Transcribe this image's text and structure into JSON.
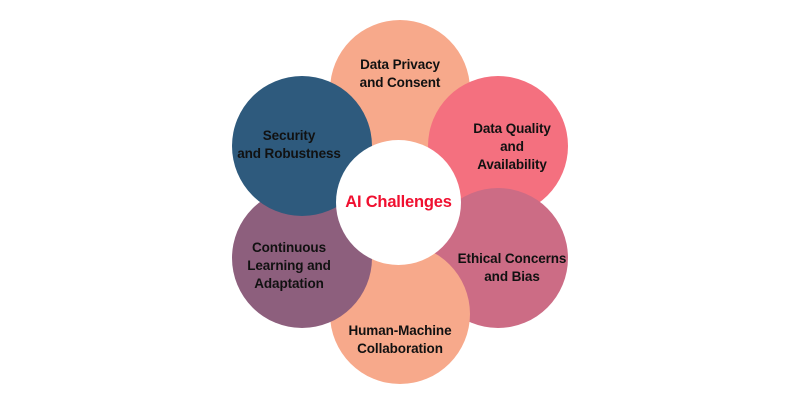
{
  "diagram": {
    "type": "petal-radial",
    "title": "AI Challenges",
    "hub": {
      "label": "AI Challenges",
      "text_color": "#f01030",
      "fill": "#ffffff"
    },
    "background": "#ffffff",
    "petals": [
      {
        "id": "data-privacy",
        "label": "Data Privacy\nand Consent",
        "fill": "#f7a98b",
        "text_color": "#111111",
        "position": "top"
      },
      {
        "id": "data-quality",
        "label": "Data Quality\nand\nAvailability",
        "fill": "#f4707f",
        "text_color": "#111111",
        "position": "upper-right"
      },
      {
        "id": "ethical-concerns",
        "label": "Ethical Concerns\nand Bias",
        "fill": "#cc6c85",
        "text_color": "#111111",
        "position": "lower-right"
      },
      {
        "id": "human-machine",
        "label": "Human-Machine\nCollaboration",
        "fill": "#f7a98b",
        "text_color": "#111111",
        "position": "bottom"
      },
      {
        "id": "continuous-learning",
        "label": "Continuous\nLearning and\nAdaptation",
        "fill": "#8d5f7d",
        "text_color": "#111111",
        "position": "lower-left"
      },
      {
        "id": "security",
        "label": "Security\nand Robustness",
        "fill": "#2e5a7d",
        "text_color": "#111111",
        "position": "upper-left"
      }
    ]
  }
}
